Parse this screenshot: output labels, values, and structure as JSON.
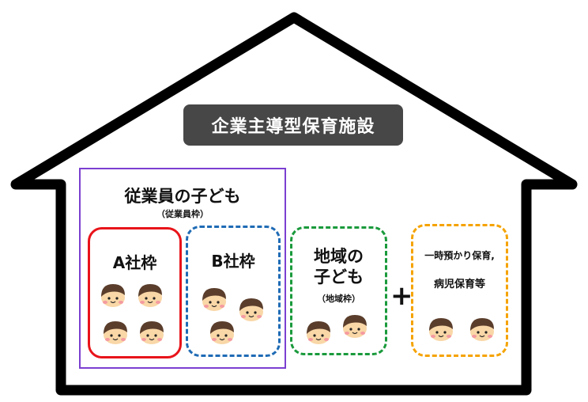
{
  "facility_title": "企業主導型保育施設",
  "employee_section": {
    "title": "従業員の子ども",
    "subtitle": "（従業員枠）",
    "border_color": "#7b3fd0",
    "company_a": {
      "label": "A社枠",
      "border_color": "#e8141a",
      "children": 4
    },
    "company_b": {
      "label": "B社枠",
      "border_color": "#1f6bb5",
      "children": 3
    }
  },
  "community_section": {
    "title_line1": "地域の",
    "title_line2": "子ども",
    "subtitle": "（地域枠）",
    "border_color": "#1a9a3c",
    "children": 2
  },
  "plus_sign": "+",
  "other_services": {
    "line1": "一時預かり保育,",
    "line2": "病児保育等",
    "border_color": "#f5a300",
    "children": 2
  },
  "colors": {
    "house_outline": "#000000",
    "badge_bg": "#474747",
    "hair": "#5a3d2b",
    "skin": "#f9d7a7",
    "cheek": "#f59aa0"
  }
}
